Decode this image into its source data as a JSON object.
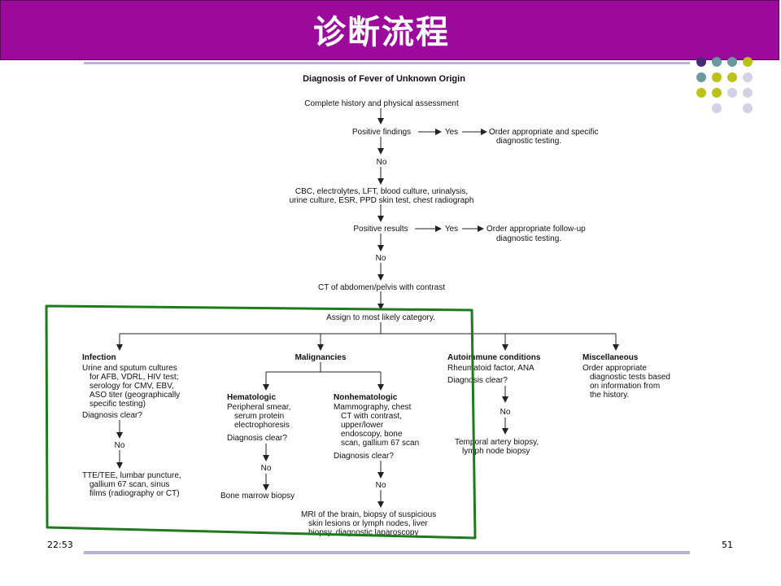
{
  "slide": {
    "title": "诊断流程",
    "timestamp": "22:53",
    "page_number": "51"
  },
  "colors": {
    "title_bar": "#9c0a9c",
    "highlight_box": "#1f7a1f",
    "rule": "#b8b0d8"
  },
  "decoration_dots": [
    "purple",
    "teal",
    "teal",
    "olive",
    "teal",
    "olive",
    "olive",
    "lavender",
    "olive",
    "olive",
    "lavender",
    "lavender",
    "lavender",
    "lavender"
  ],
  "flowchart": {
    "title": "Diagnosis of Fever of Unknown Origin",
    "step1": "Complete history and physical assessment",
    "positive_findings": "Positive findings",
    "yes1": "Yes",
    "order1": [
      "Order appropriate and specific",
      "diagnostic testing."
    ],
    "no1": "No",
    "labs": [
      "CBC, electrolytes, LFT, blood culture, urinalysis,",
      "urine culture, ESR, PPD skin test, chest radiograph"
    ],
    "positive_results": "Positive results",
    "yes2": "Yes",
    "order2": [
      "Order appropriate follow-up",
      "diagnostic testing."
    ],
    "no2": "No",
    "ct": "CT of abdomen/pelvis with contrast",
    "assign": "Assign to most likely category.",
    "infection": {
      "heading": "Infection",
      "tests": [
        "Urine and sputum cultures",
        "for AFB, VDRL, HIV test;",
        "serology for CMV, EBV,",
        "ASO titer (geographically",
        "specific testing)"
      ],
      "clear": "Diagnosis clear?",
      "no": "No",
      "next": [
        "TTE/TEE, lumbar puncture,",
        "gallium 67 scan, sinus",
        "films (radiography or CT)"
      ]
    },
    "malignancies": {
      "heading": "Malignancies",
      "hematologic": {
        "heading": "Hematologic",
        "tests": [
          "Peripheral smear,",
          "serum protein",
          "electrophoresis"
        ],
        "clear": "Diagnosis clear?",
        "no": "No",
        "next": "Bone marrow biopsy"
      },
      "nonhematologic": {
        "heading": "Nonhematologic",
        "tests": [
          "Mammography, chest",
          "CT with contrast,",
          "upper/lower",
          "endoscopy, bone",
          "scan, gallium 67 scan"
        ],
        "clear": "Diagnosis clear?",
        "no": "No",
        "next": [
          "MRI of the brain, biopsy of suspicious",
          "skin lesions or lymph nodes, liver",
          "biopsy, diagnostic laparoscopy"
        ]
      }
    },
    "autoimmune": {
      "heading": "Autoimmune conditions",
      "tests": "Rheumatoid factor, ANA",
      "clear": "Diagnosis clear?",
      "no": "No",
      "next": [
        "Temporal artery biopsy,",
        "lymph node biopsy"
      ]
    },
    "miscellaneous": {
      "heading": "Miscellaneous",
      "tests": [
        "Order appropriate",
        "diagnostic tests based",
        "on information from",
        "the history."
      ]
    }
  }
}
